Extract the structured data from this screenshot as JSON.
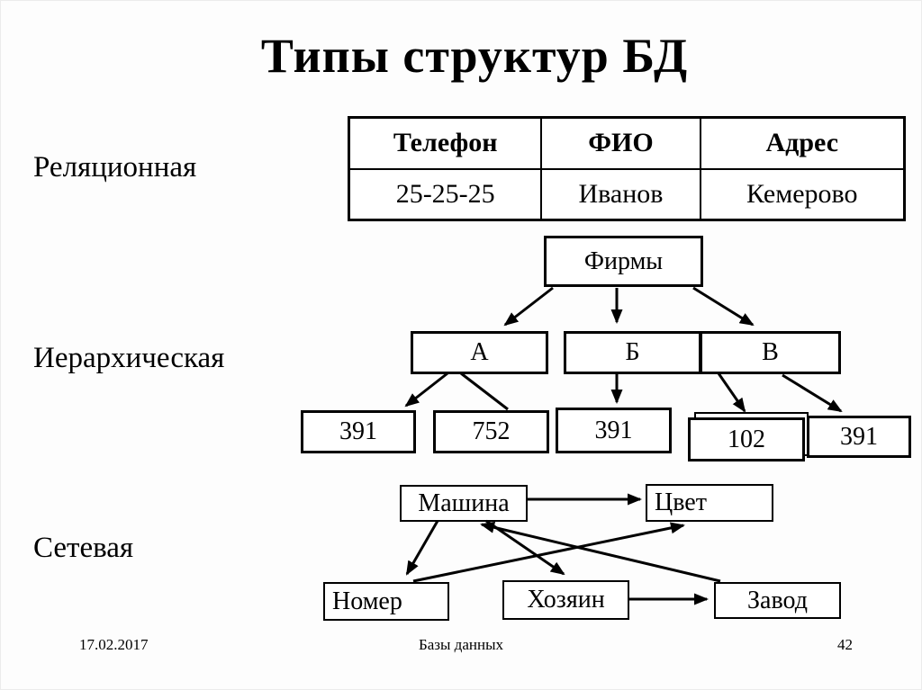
{
  "title": "Типы структур БД",
  "sections": {
    "relational": "Реляционная",
    "hierarchical": "Иерархическая",
    "network": "Сетевая"
  },
  "relational_table": {
    "headers": [
      "Телефон",
      "ФИО",
      "Адрес"
    ],
    "rows": [
      [
        "25-25-25",
        "Иванов",
        "Кемерово"
      ]
    ]
  },
  "hierarchy": {
    "root": "Фирмы",
    "children": [
      "А",
      "Б",
      "В"
    ],
    "leaves": [
      "391",
      "752",
      "391",
      "102",
      "391"
    ],
    "edges": [
      {
        "from": "Фирмы",
        "to": "А",
        "arrow": true
      },
      {
        "from": "Фирмы",
        "to": "Б",
        "arrow": true
      },
      {
        "from": "Фирмы",
        "to": "В",
        "arrow": true
      },
      {
        "from": "А",
        "to": "391",
        "arrow": true
      },
      {
        "from": "А",
        "to": "752",
        "arrow": false
      },
      {
        "from": "Б",
        "to": "391",
        "arrow": true
      },
      {
        "from": "В",
        "to": "102",
        "arrow": true
      },
      {
        "from": "В",
        "to": "391",
        "arrow": true
      }
    ]
  },
  "network": {
    "nodes": [
      "Машина",
      "Цвет",
      "Номер",
      "Хозяин",
      "Завод"
    ],
    "edges": [
      {
        "from": "Машина",
        "to": "Цвет"
      },
      {
        "from": "Машина",
        "to": "Номер"
      },
      {
        "from": "Машина",
        "to": "Хозяин"
      },
      {
        "from": "Номер",
        "to": "Цвет"
      },
      {
        "from": "Завод",
        "to": "Машина"
      },
      {
        "from": "Хозяин",
        "to": "Завод"
      }
    ]
  },
  "footer": {
    "date": "17.02.2017",
    "subject": "Базы данных",
    "page_number": "42"
  }
}
